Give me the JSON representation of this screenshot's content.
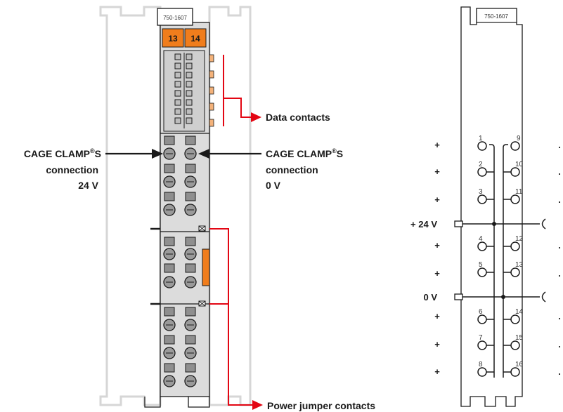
{
  "module_id": "750-1607",
  "terminal_labels": [
    "13",
    "14"
  ],
  "labels": {
    "data_contacts": "Data contacts",
    "cage_clamp_left": {
      "line1": "CAGE CLAMP",
      "reg": "®",
      "suffix": "S",
      "line2": "connection",
      "line3": "24 V"
    },
    "cage_clamp_right": {
      "line1": "CAGE CLAMP",
      "reg": "®",
      "suffix": "S",
      "line2": "connection",
      "line3": "0 V"
    },
    "power_jumper_contacts": "Power jumper contacts"
  },
  "schematic": {
    "module_id": "750-1607",
    "rail_24v": "+ 24 V",
    "rail_0v": "0 V",
    "left_pins": [
      "1",
      "2",
      "3",
      "4",
      "5",
      "6",
      "7",
      "8"
    ],
    "right_pins": [
      "9",
      "10",
      "11",
      "12",
      "13",
      "14",
      "15",
      "16"
    ],
    "plus_sign": "+",
    "right_dot": "."
  },
  "colors": {
    "accent_orange": "#f07d1c",
    "arrow_red": "#e30613",
    "housing_gray": "#d9d9d9",
    "outline": "#1a1a1a"
  }
}
